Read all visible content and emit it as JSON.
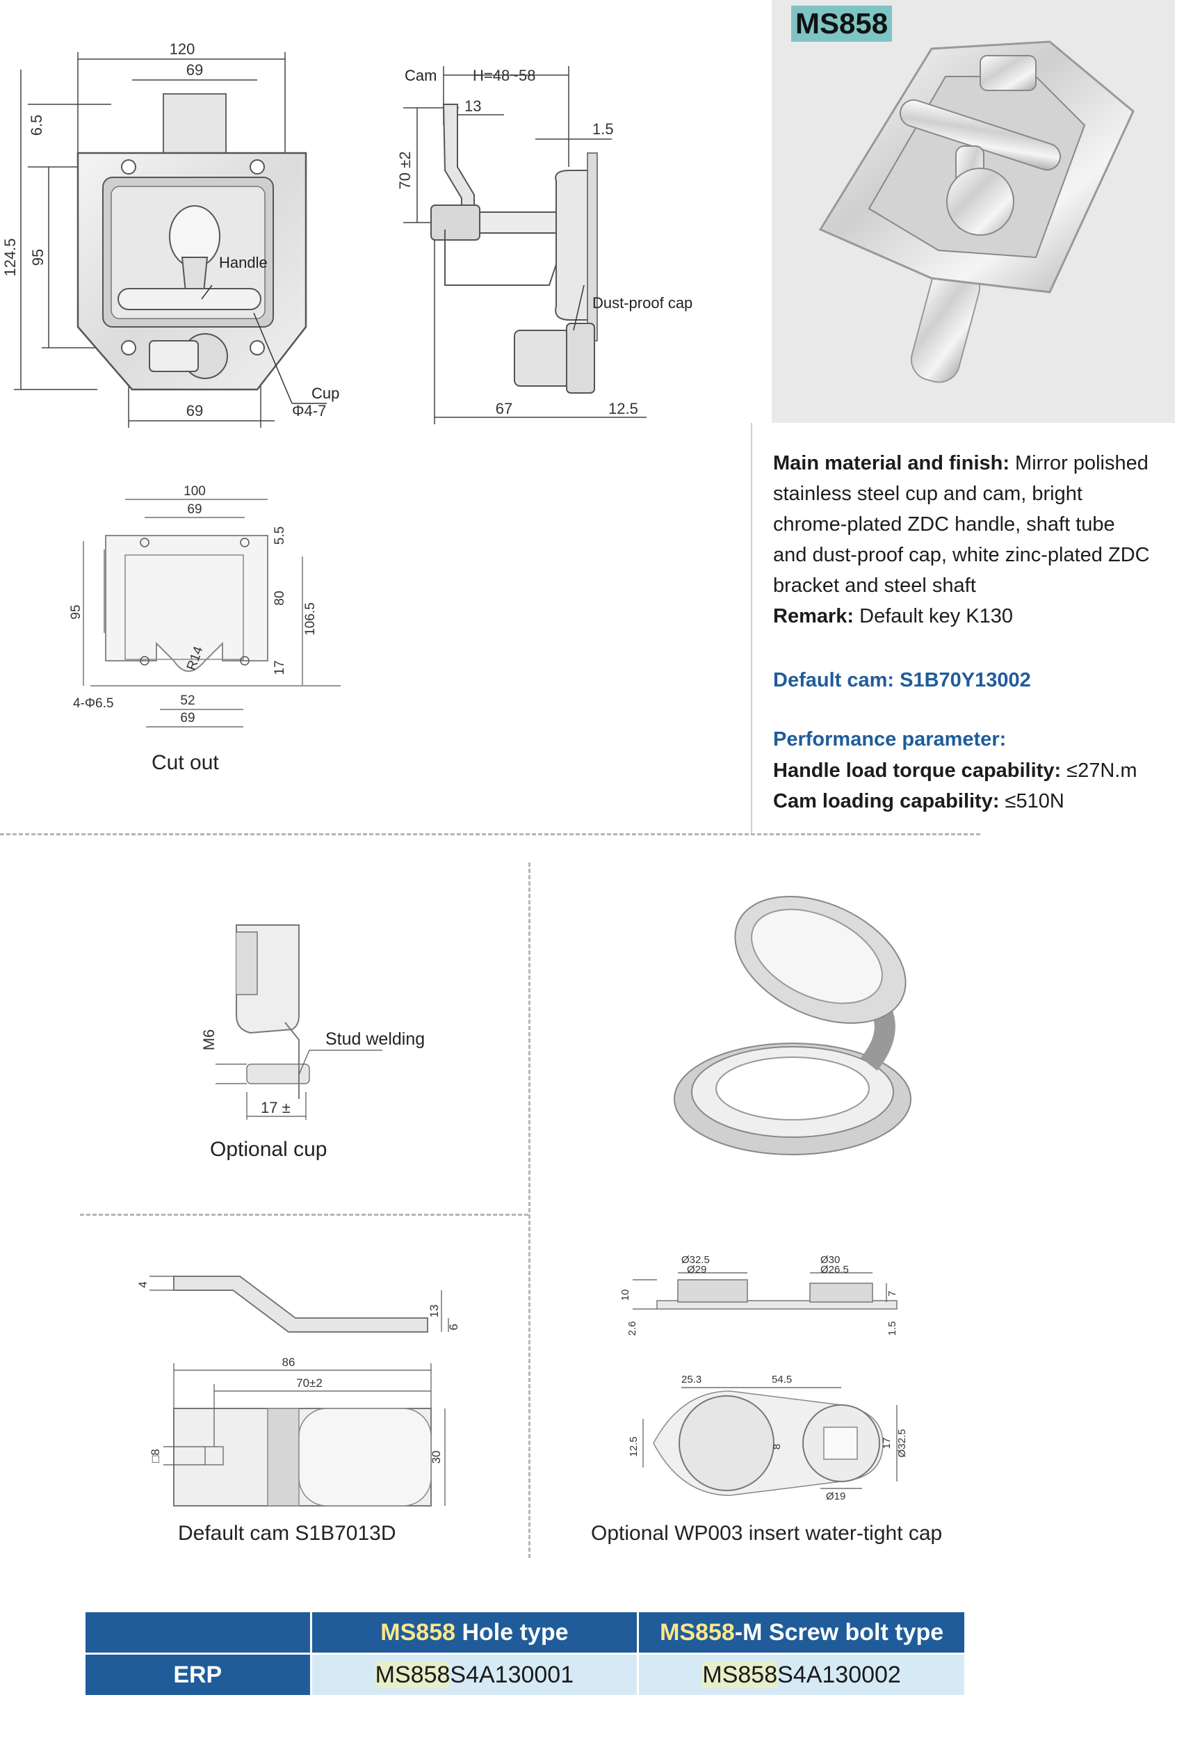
{
  "product": {
    "model": "MS858"
  },
  "front_view": {
    "dims": {
      "width_total": "120",
      "width_inner_top": "69",
      "width_bottom": "69",
      "top_offset": "6.5",
      "height_total": "124.5",
      "height_inner": "95",
      "hole": "Φ4-7"
    },
    "labels": {
      "handle": "Handle",
      "cup": "Cup"
    }
  },
  "side_view": {
    "labels": {
      "cam": "Cam",
      "h_range": "H=48~58",
      "dust_cap": "Dust-proof cap"
    },
    "dims": {
      "cam_width": "13",
      "height_70": "70 ±2",
      "thickness": "1.5",
      "depth": "67",
      "cap_depth": "12.5"
    }
  },
  "cutout": {
    "caption": "Cut out",
    "dims": {
      "w100": "100",
      "w69_top": "69",
      "top55": "5.5",
      "h95": "95",
      "h80": "80",
      "h1065": "106.5",
      "h17": "17",
      "r14": "R14",
      "holes": "4-Φ6.5",
      "w52": "52",
      "w69_bottom": "69"
    }
  },
  "specs": {
    "material_label": "Main material and finish:",
    "material_lines": [
      " Mirror polished",
      "stainless steel cup and cam, bright",
      "chrome-plated ZDC handle, shaft tube",
      "and dust-proof cap, white zinc-plated ZDC",
      "bracket and steel shaft"
    ],
    "remark_label": "Remark:",
    "remark_value": " Default key K130",
    "default_cam": "Default cam: S1B70Y13002",
    "performance_heading": "Performance parameter:",
    "torque_label": "Handle load torque capability:",
    "torque_value": " ≤27N.m",
    "cam_load_label": "Cam loading capability:",
    "cam_load_value": " ≤510N"
  },
  "optional_cup": {
    "caption": "Optional cup",
    "label": "Stud welding",
    "dims": {
      "m6": "M6",
      "len": "17 ±"
    }
  },
  "default_cam_drawing": {
    "caption": "Default cam S1B7013D",
    "dims": {
      "t4": "4",
      "h13": "13",
      "h6": "6",
      "w86": "86",
      "w70": "70±2",
      "sq8": "□8",
      "h30": "30"
    }
  },
  "water_cap": {
    "caption": "Optional WP003 insert water-tight cap",
    "dims": {
      "d325": "Ø32.5",
      "d29": "Ø29",
      "d30": "Ø30",
      "d265": "Ø26.5",
      "h10": "10",
      "h26": "2.6",
      "h7": "7",
      "h15": "1.5",
      "w253": "25.3",
      "w545": "54.5",
      "h125": "12.5",
      "h8": "8",
      "h17": "17",
      "d325b": "Ø32.5",
      "d19": "Ø19"
    }
  },
  "erp_table": {
    "col1_model": "MS858",
    "col1_rest": " Hole type",
    "col2_model": "MS858",
    "col2_rest": "-M Screw bolt type",
    "row_label": "ERP",
    "code1_prefix": "MS858",
    "code1_rest": "S4A130001",
    "code2_prefix": "MS858",
    "code2_rest": "S4A130002"
  },
  "colors": {
    "header_blue": "#1f5c99",
    "cell_light": "#d6eaf6",
    "model_tag": "#7fc4c4"
  }
}
